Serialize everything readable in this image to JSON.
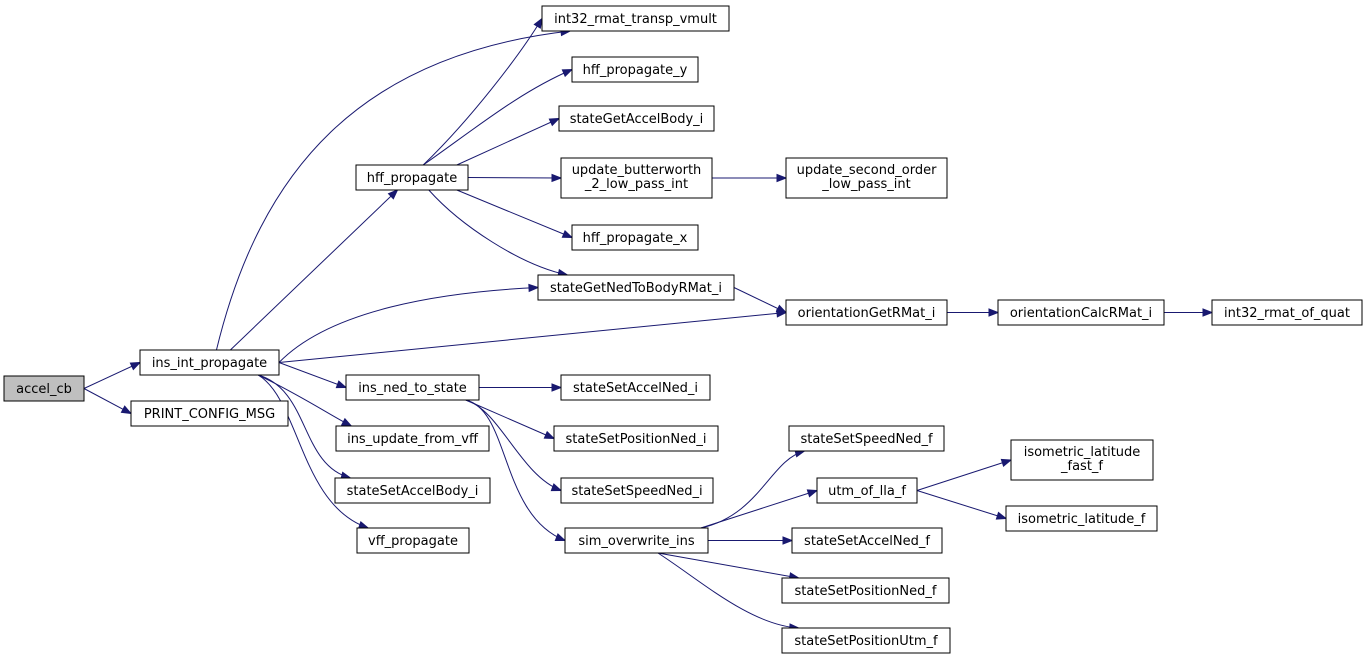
{
  "nodes": {
    "accel_cb": [
      "accel_cb"
    ],
    "ins_int_propagate": [
      "ins_int_propagate"
    ],
    "print_config_msg": [
      "PRINT_CONFIG_MSG"
    ],
    "int32_rmat_transp_vmult": [
      "int32_rmat_transp_vmult"
    ],
    "hff_propagate": [
      "hff_propagate"
    ],
    "hff_propagate_y": [
      "hff_propagate_y"
    ],
    "stategetaccelbody_i": [
      "stateGetAccelBody_i"
    ],
    "update_butterworth_2_low_pass_int": [
      "update_butterworth",
      "_2_low_pass_int"
    ],
    "update_second_order_low_pass_int": [
      "update_second_order",
      "_low_pass_int"
    ],
    "hff_propagate_x": [
      "hff_propagate_x"
    ],
    "stategetnedtobodyrmat_i": [
      "stateGetNedToBodyRMat_i"
    ],
    "orientationgetrmat_i": [
      "orientationGetRMat_i"
    ],
    "orientationcalcrmat_i": [
      "orientationCalcRMat_i"
    ],
    "int32_rmat_of_quat": [
      "int32_rmat_of_quat"
    ],
    "ins_ned_to_state": [
      "ins_ned_to_state"
    ],
    "ins_update_from_vff": [
      "ins_update_from_vff"
    ],
    "statesetaccelbody_i": [
      "stateSetAccelBody_i"
    ],
    "vff_propagate": [
      "vff_propagate"
    ],
    "statesetaccelned_i": [
      "stateSetAccelNed_i"
    ],
    "statesetpositionned_i": [
      "stateSetPositionNed_i"
    ],
    "statesetspeedned_i": [
      "stateSetSpeedNed_i"
    ],
    "sim_overwrite_ins": [
      "sim_overwrite_ins"
    ],
    "statesetspeedned_f": [
      "stateSetSpeedNed_f"
    ],
    "utm_of_lla_f": [
      "utm_of_lla_f"
    ],
    "isometric_latitude_fast_f": [
      "isometric_latitude",
      "_fast_f"
    ],
    "isometric_latitude_f": [
      "isometric_latitude_f"
    ],
    "statesetaccelned_f": [
      "stateSetAccelNed_f"
    ],
    "statesetpositionned_f": [
      "stateSetPositionNed_f"
    ],
    "statesetpositionutm_f": [
      "stateSetPositionUtm_f"
    ]
  },
  "edges": [
    [
      "accel_cb",
      "ins_int_propagate"
    ],
    [
      "accel_cb",
      "print_config_msg"
    ],
    [
      "ins_int_propagate",
      "int32_rmat_transp_vmult"
    ],
    [
      "ins_int_propagate",
      "hff_propagate"
    ],
    [
      "ins_int_propagate",
      "stategetnedtobodyrmat_i"
    ],
    [
      "ins_int_propagate",
      "orientationgetrmat_i"
    ],
    [
      "ins_int_propagate",
      "ins_ned_to_state"
    ],
    [
      "ins_int_propagate",
      "ins_update_from_vff"
    ],
    [
      "ins_int_propagate",
      "statesetaccelbody_i"
    ],
    [
      "ins_int_propagate",
      "vff_propagate"
    ],
    [
      "hff_propagate",
      "int32_rmat_transp_vmult"
    ],
    [
      "hff_propagate",
      "hff_propagate_y"
    ],
    [
      "hff_propagate",
      "stategetaccelbody_i"
    ],
    [
      "hff_propagate",
      "update_butterworth_2_low_pass_int"
    ],
    [
      "hff_propagate",
      "hff_propagate_x"
    ],
    [
      "hff_propagate",
      "stategetnedtobodyrmat_i"
    ],
    [
      "update_butterworth_2_low_pass_int",
      "update_second_order_low_pass_int"
    ],
    [
      "stategetnedtobodyrmat_i",
      "orientationgetrmat_i"
    ],
    [
      "orientationgetrmat_i",
      "orientationcalcrmat_i"
    ],
    [
      "orientationcalcrmat_i",
      "int32_rmat_of_quat"
    ],
    [
      "ins_ned_to_state",
      "statesetaccelned_i"
    ],
    [
      "ins_ned_to_state",
      "statesetpositionned_i"
    ],
    [
      "ins_ned_to_state",
      "statesetspeedned_i"
    ],
    [
      "ins_ned_to_state",
      "sim_overwrite_ins"
    ],
    [
      "sim_overwrite_ins",
      "statesetspeedned_f"
    ],
    [
      "sim_overwrite_ins",
      "utm_of_lla_f"
    ],
    [
      "sim_overwrite_ins",
      "statesetaccelned_f"
    ],
    [
      "sim_overwrite_ins",
      "statesetpositionned_f"
    ],
    [
      "sim_overwrite_ins",
      "statesetpositionutm_f"
    ],
    [
      "utm_of_lla_f",
      "isometric_latitude_fast_f"
    ],
    [
      "utm_of_lla_f",
      "isometric_latitude_f"
    ]
  ],
  "colors": {
    "edge": "#191970",
    "root_fill": "#bfbfbf",
    "node_fill": "#ffffff",
    "node_stroke": "#000000"
  }
}
